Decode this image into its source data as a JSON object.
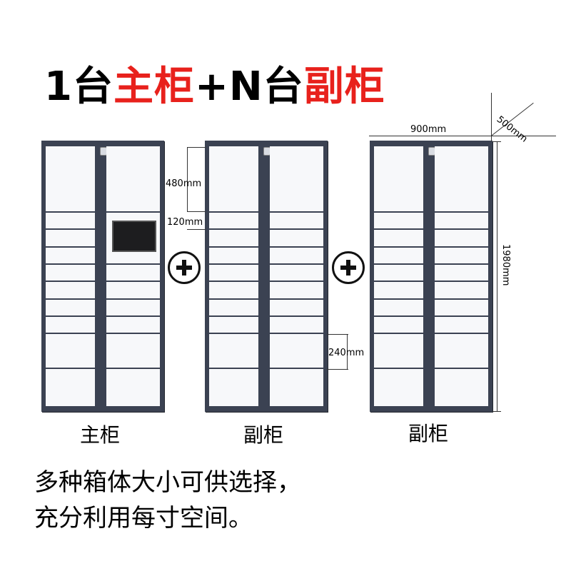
{
  "title": {
    "num": "1",
    "word_a": "台",
    "main": "主柜",
    "plus": "+N",
    "word_b": "台",
    "sub": "副柜"
  },
  "dims": {
    "d480": "480mm",
    "d120": "120mm",
    "d240": "240mm",
    "d900": "900mm",
    "d500": "500mm",
    "d1980": "1980mm"
  },
  "labels": {
    "main": "主柜",
    "sub1": "副柜",
    "sub2": "副柜"
  },
  "caption": {
    "line1": "多种箱体大小可供选择，",
    "line2": "充分利用每寸空间。"
  },
  "colors": {
    "accent": "#e8211c",
    "cabinet": "#3b4252"
  }
}
